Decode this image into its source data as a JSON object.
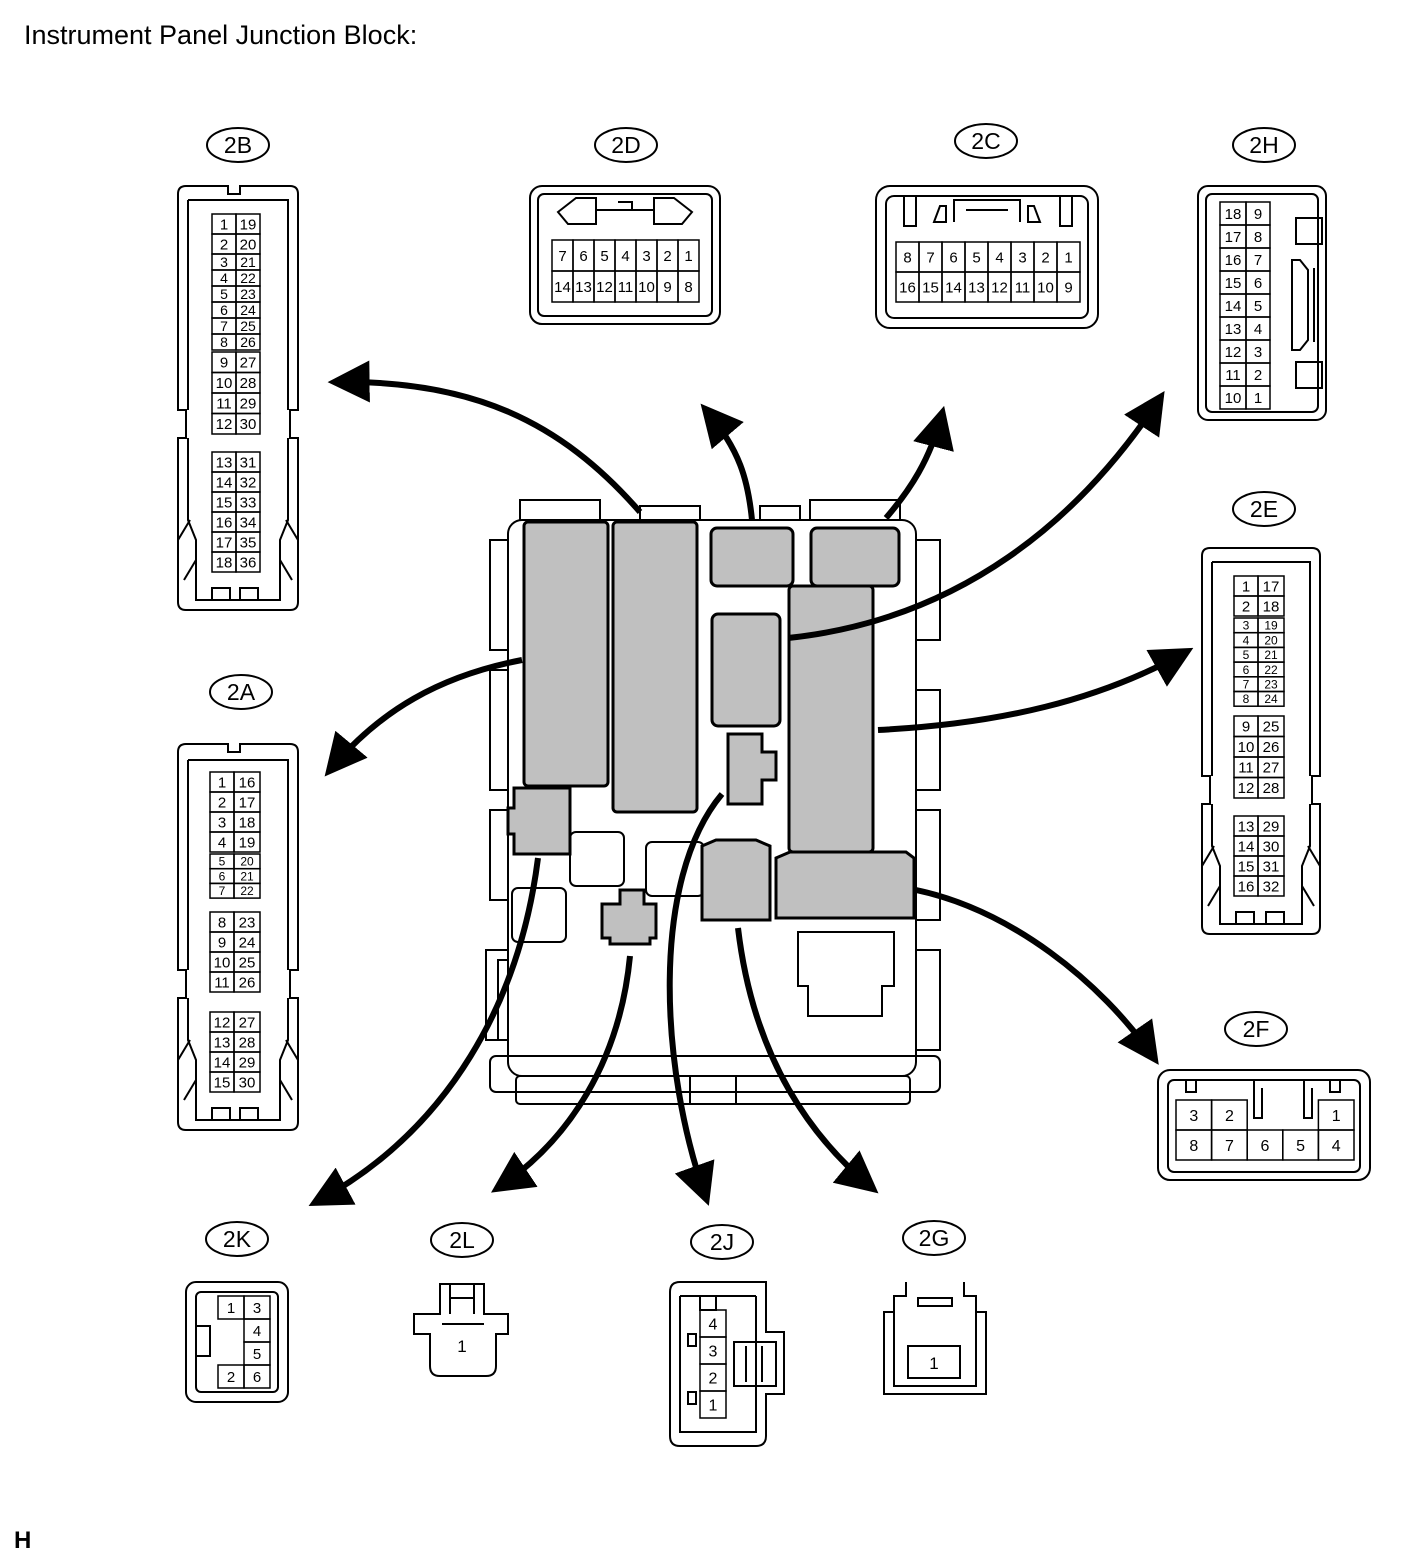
{
  "title": "Instrument Panel Junction Block:",
  "corner_mark": "H",
  "colors": {
    "line": "#000000",
    "relay_fill": "#c0c0c0",
    "background": "#ffffff"
  },
  "connectors": {
    "2A": {
      "label": "2A",
      "pins": [
        [
          1,
          16
        ],
        [
          2,
          17
        ],
        [
          3,
          18
        ],
        [
          4,
          19
        ],
        [
          5,
          20
        ],
        [
          6,
          21
        ],
        [
          7,
          22
        ],
        [
          8,
          23
        ],
        [
          9,
          24
        ],
        [
          10,
          25
        ],
        [
          11,
          26
        ],
        [
          12,
          27
        ],
        [
          13,
          28
        ],
        [
          14,
          29
        ],
        [
          15,
          30
        ]
      ]
    },
    "2B": {
      "label": "2B",
      "pins": [
        [
          1,
          19
        ],
        [
          2,
          20
        ],
        [
          3,
          21
        ],
        [
          4,
          22
        ],
        [
          5,
          23
        ],
        [
          6,
          24
        ],
        [
          7,
          25
        ],
        [
          8,
          26
        ],
        [
          9,
          27
        ],
        [
          10,
          28
        ],
        [
          11,
          29
        ],
        [
          12,
          30
        ],
        [
          13,
          31
        ],
        [
          14,
          32
        ],
        [
          15,
          33
        ],
        [
          16,
          34
        ],
        [
          17,
          35
        ],
        [
          18,
          36
        ]
      ]
    },
    "2C": {
      "label": "2C",
      "rows": [
        [
          8,
          7,
          6,
          5,
          4,
          3,
          2,
          1
        ],
        [
          16,
          15,
          14,
          13,
          12,
          11,
          10,
          9
        ]
      ]
    },
    "2D": {
      "label": "2D",
      "rows": [
        [
          7,
          6,
          5,
          4,
          3,
          2,
          1
        ],
        [
          14,
          13,
          12,
          11,
          10,
          9,
          8
        ]
      ]
    },
    "2E": {
      "label": "2E",
      "pins": [
        [
          1,
          17
        ],
        [
          2,
          18
        ],
        [
          3,
          19
        ],
        [
          4,
          20
        ],
        [
          5,
          21
        ],
        [
          6,
          22
        ],
        [
          7,
          23
        ],
        [
          8,
          24
        ],
        [
          9,
          25
        ],
        [
          10,
          26
        ],
        [
          11,
          27
        ],
        [
          12,
          28
        ],
        [
          13,
          29
        ],
        [
          14,
          30
        ],
        [
          15,
          31
        ],
        [
          16,
          32
        ]
      ]
    },
    "2F": {
      "label": "2F",
      "rows": [
        [
          3,
          2,
          "",
          "",
          1
        ],
        [
          8,
          7,
          6,
          5,
          4
        ]
      ]
    },
    "2G": {
      "label": "2G",
      "pins": [
        1
      ]
    },
    "2H": {
      "label": "2H",
      "pins": [
        [
          18,
          9
        ],
        [
          17,
          8
        ],
        [
          16,
          7
        ],
        [
          15,
          6
        ],
        [
          14,
          5
        ],
        [
          13,
          4
        ],
        [
          12,
          3
        ],
        [
          11,
          2
        ],
        [
          10,
          1
        ]
      ]
    },
    "2J": {
      "label": "2J",
      "pins": [
        4,
        3,
        2,
        1
      ]
    },
    "2K": {
      "label": "2K",
      "rows": [
        [
          1,
          3
        ],
        [
          "",
          4
        ],
        [
          "",
          5
        ],
        [
          2,
          6
        ]
      ]
    },
    "2L": {
      "label": "2L",
      "pins": [
        1
      ]
    }
  }
}
